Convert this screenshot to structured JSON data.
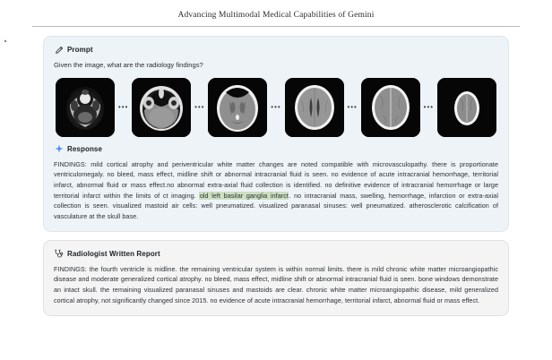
{
  "header": {
    "running_title": "Advancing Multimodal Medical Capabilities of Gemini"
  },
  "prompt_card": {
    "section_label": "Prompt",
    "icon": "pencil-icon",
    "question": "Given the image, what are the radiology findings?",
    "scans": [
      {
        "name": "ct-slice-1",
        "alt": "axial CT slice at skull base level"
      },
      {
        "name": "ct-slice-2",
        "alt": "axial CT slice at posterior fossa level"
      },
      {
        "name": "ct-slice-3",
        "alt": "axial CT slice at midbrain level"
      },
      {
        "name": "ct-slice-4",
        "alt": "axial CT slice at lateral ventricles level"
      },
      {
        "name": "ct-slice-5",
        "alt": "axial CT slice at centrum semiovale level"
      },
      {
        "name": "ct-slice-6",
        "alt": "axial CT slice at vertex level"
      }
    ],
    "separator": "•••"
  },
  "response_card": {
    "section_label": "Response",
    "icon": "sparkle-icon",
    "text_part_1": "FINDINGS: mild cortical atrophy and periventricular white matter changes are noted compatible with microvasculopathy. there is proportionate ventriculomegaly. no bleed, mass effect, midline shift or abnormal intracranial fluid is seen. no evidence of acute intracranial hemorrhage, territorial infarct, abnormal fluid or mass effect.no abnormal extra-axial fluid collection is identified. no definitive evidence of intracranial hemorrhage or large territorial infarct within the limits of ct imaging. ",
    "highlight": "old left basilar ganglia infarct",
    "text_part_2": ". no intracranial mass, swelling, hemorrhage, infarction or extra-axial collection is seen. visualized mastoid air cells: well pneumatized. visualized paranasal sinuses: well pneumatized. atherosclerotic calcification of vasculature at the skull base.",
    "highlight_color": "#ccdfc0"
  },
  "report_card": {
    "section_label": "Radiologist Written Report",
    "icon": "stethoscope-icon",
    "text": "FINDINGS: the fourth ventricle is midline. the remaining ventricular system is within normal limits. there is mild chronic white matter microangiopathic disease and moderate generalized cortical atrophy. no bleed, mass effect, midline shift or abnormal intracranial fluid is seen. bone windows demonstrate an intact skull. the remaining visualized paranasal sinuses and mastoids are clear. chronic white matter microangiopathic disease, mild generalized cortical atrophy, not significantly changed since 2015. no evidence of acute intracranial hemorrhage, territorial infarct, abnormal fluid or mass effect."
  }
}
